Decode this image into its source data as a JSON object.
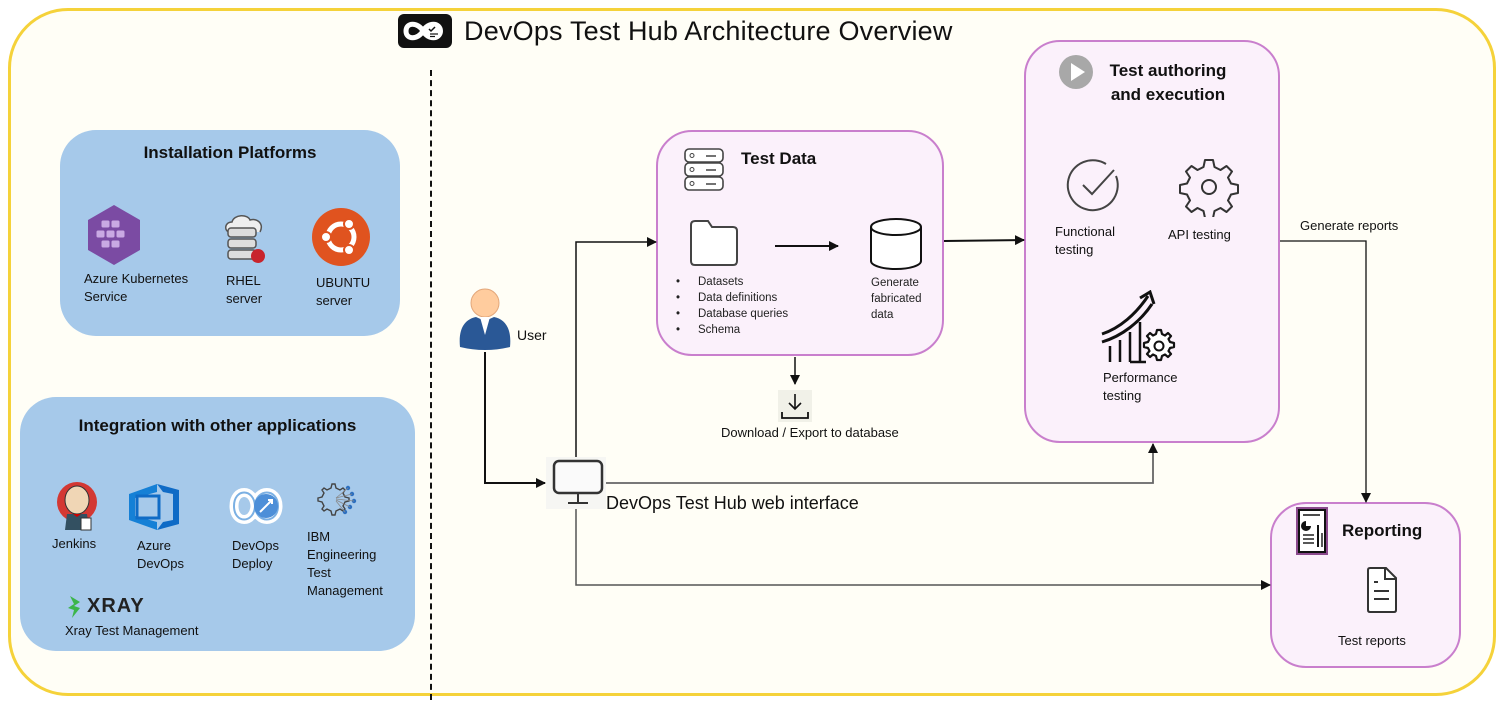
{
  "title": "DevOps Test Hub Architecture Overview",
  "installation_platforms": {
    "heading": "Installation Platforms",
    "items": [
      {
        "icon": "azure-kubernetes-icon",
        "label_line1": "Azure Kubernetes",
        "label_line2": "Service"
      },
      {
        "icon": "rhel-server-icon",
        "label_line1": "RHEL",
        "label_line2": "server"
      },
      {
        "icon": "ubuntu-icon",
        "label_line1": "UBUNTU",
        "label_line2": "server"
      }
    ]
  },
  "integrations": {
    "heading": "Integration with other applications",
    "items": [
      {
        "icon": "jenkins-icon",
        "label_line1": "Jenkins",
        "label_line2": ""
      },
      {
        "icon": "azure-devops-icon",
        "label_line1": "Azure",
        "label_line2": "DevOps"
      },
      {
        "icon": "devops-deploy-icon",
        "label_line1": "DevOps",
        "label_line2": "Deploy"
      },
      {
        "icon": "ibm-etm-icon",
        "label_lines": [
          "IBM",
          "Engineering",
          "Test",
          "Management"
        ]
      },
      {
        "icon": "xray-logo",
        "logo_text": "XRAY",
        "label_line1": "Xray Test Management"
      }
    ]
  },
  "user": {
    "label": "User"
  },
  "web_interface": {
    "label": "DevOps Test Hub web interface"
  },
  "test_data": {
    "heading": "Test Data",
    "inputs": [
      "Datasets",
      "Data definitions",
      "Database queries",
      "Schema"
    ],
    "output_lines": [
      "Generate",
      "fabricated",
      "data"
    ],
    "export_label": "Download / Export to database"
  },
  "test_authoring": {
    "heading_line1": "Test authoring",
    "heading_line2": "and execution",
    "functional": [
      "Functional",
      "testing"
    ],
    "api": "API testing",
    "performance": [
      "Performance",
      "testing"
    ]
  },
  "generate_reports_label": "Generate reports",
  "reporting": {
    "heading": "Reporting",
    "item": "Test reports"
  },
  "colors": {
    "frame_border": "#f5d23a",
    "background": "#fffef6",
    "blue_box": "#a6c9ea",
    "pink_box_fill": "#fbf1fb",
    "pink_box_border": "#c97fcd",
    "aks_purple": "#7b4ba3",
    "ubuntu_orange": "#e0531f",
    "user_blue": "#2a5896",
    "user_skin": "#ffcc9e"
  }
}
